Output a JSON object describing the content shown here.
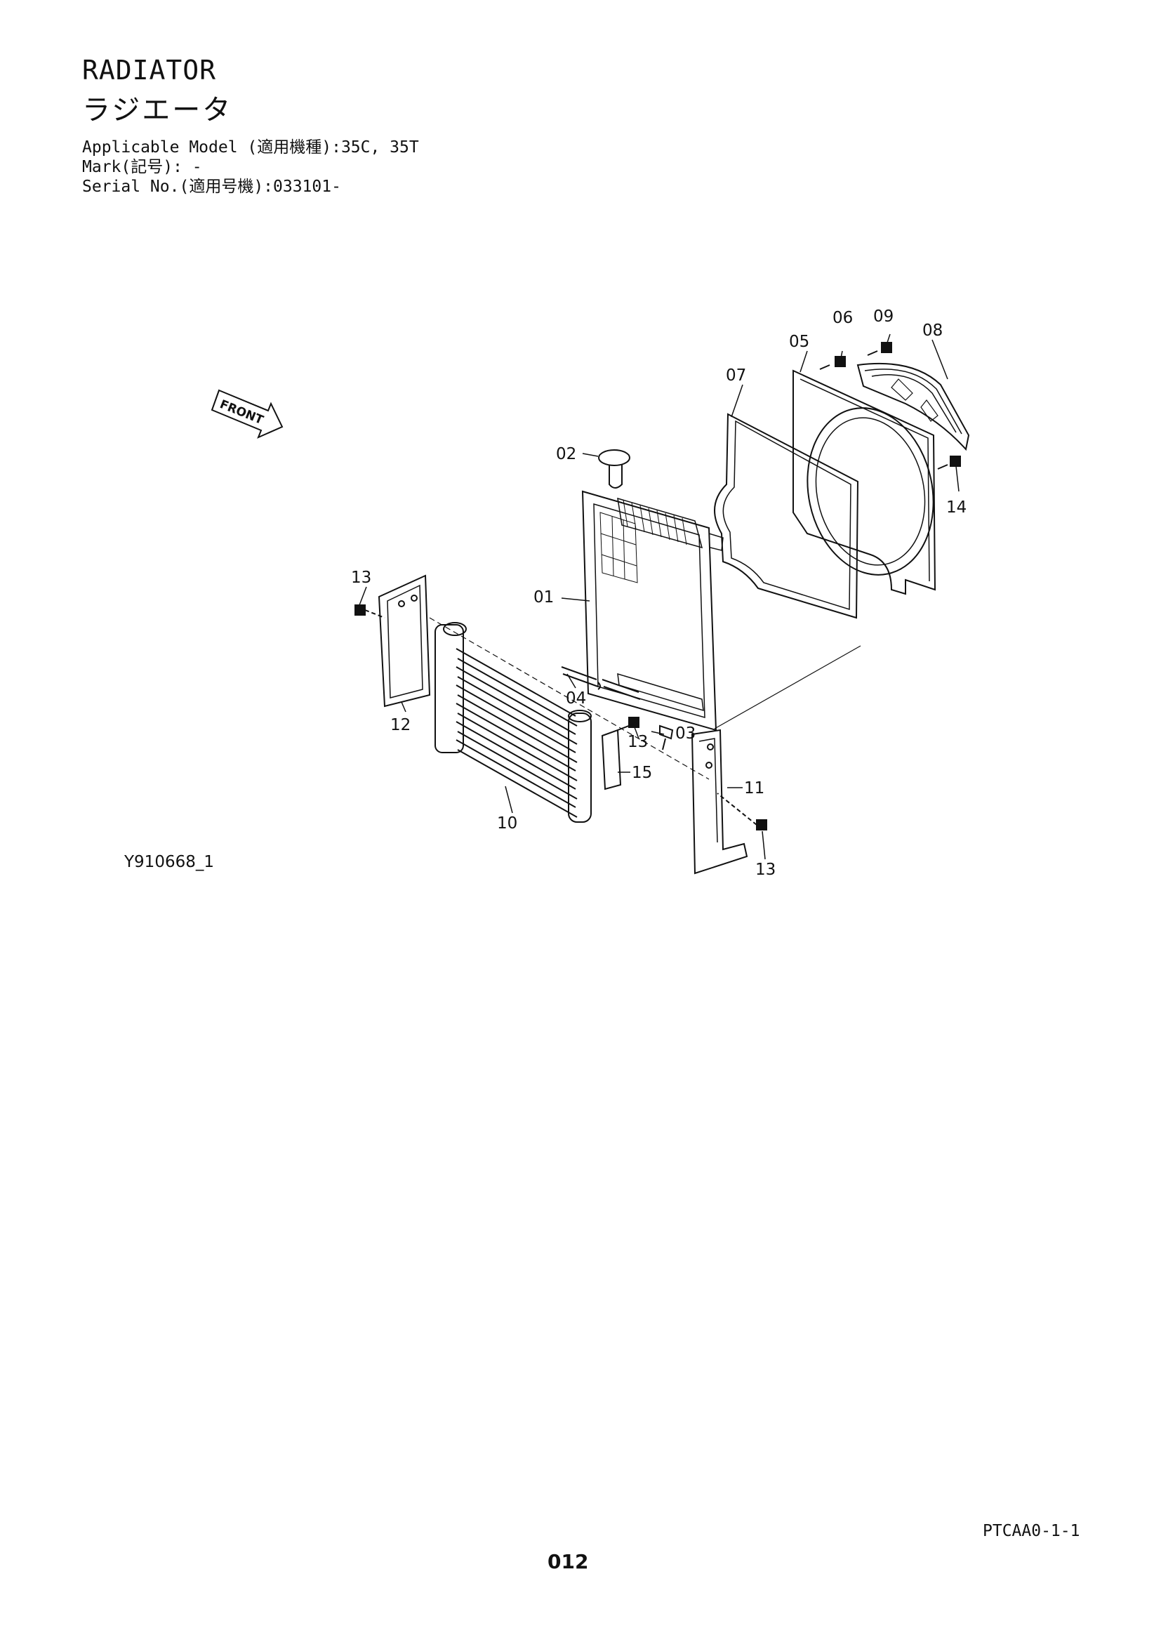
{
  "header": {
    "title_en": "RADIATOR",
    "title_jp": "ラジエータ",
    "applicable_model": "Applicable Model (適用機種):35C, 35T",
    "mark": "Mark(記号): -",
    "serial_no": "Serial No.(適用号機):033101-"
  },
  "diagram": {
    "front_label": "FRONT",
    "figure_id": "Y910668_1",
    "labels": {
      "p01": "01",
      "p02": "02",
      "p03": "03",
      "p04": "04",
      "p05": "05",
      "p06": "06",
      "p07": "07",
      "p08": "08",
      "p09": "09",
      "p10": "10",
      "p11": "11",
      "p12": "12",
      "p13a": "13",
      "p13b": "13",
      "p13c": "13",
      "p14": "14",
      "p15": "15"
    }
  },
  "footer": {
    "page_code": "PTCAA0-1-1",
    "page_number": "012"
  }
}
